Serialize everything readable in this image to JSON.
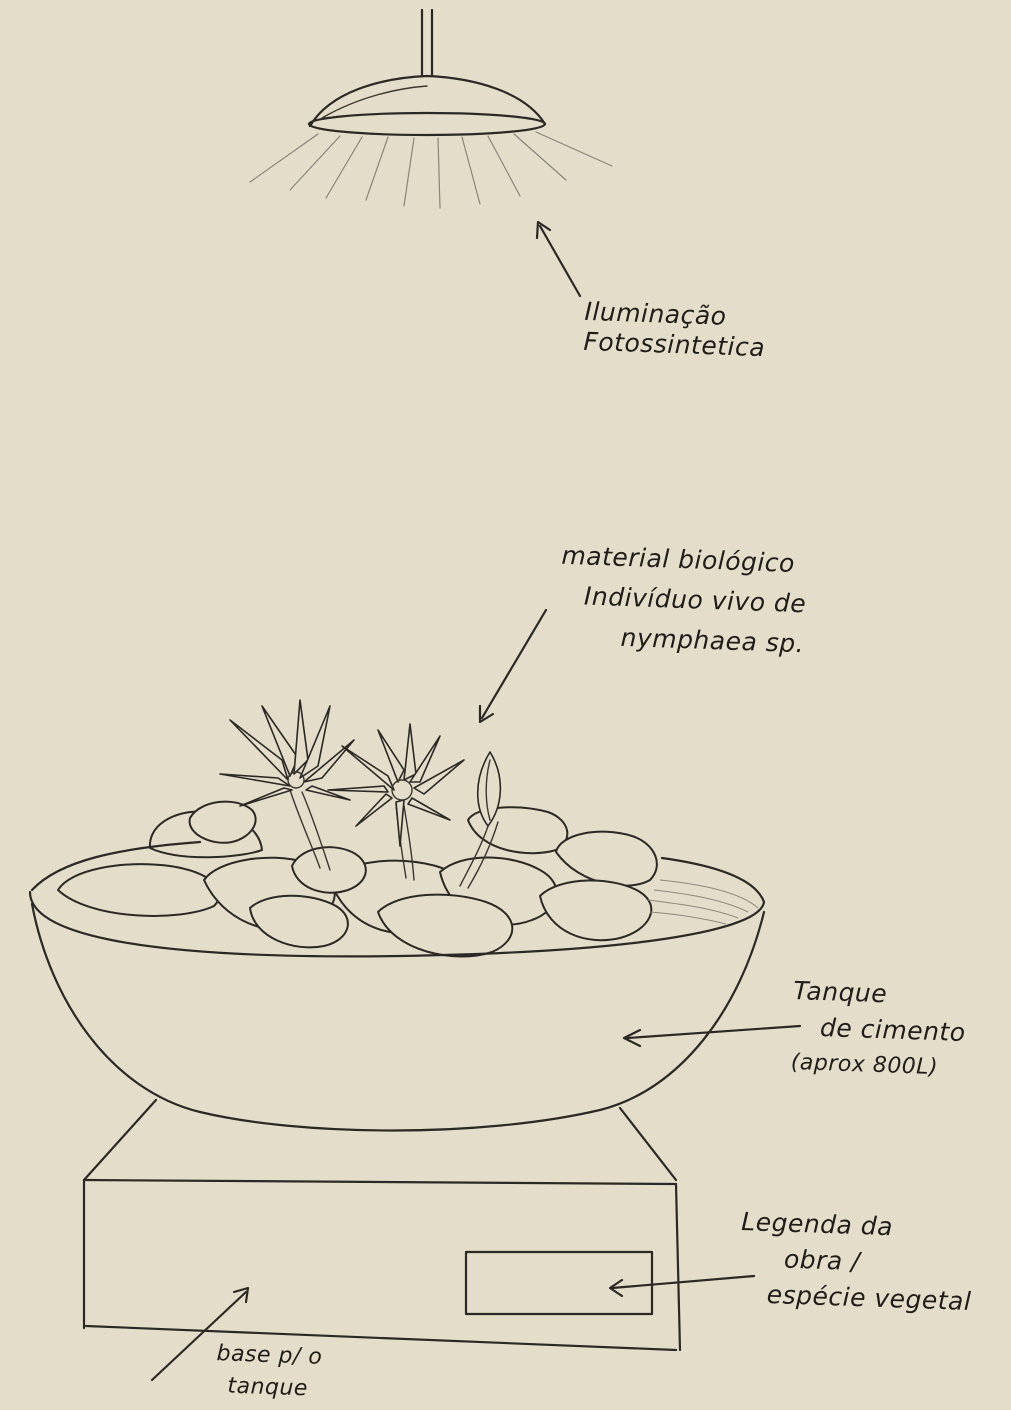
{
  "labels": {
    "lighting": [
      "Iluminação",
      "Fotossintetica"
    ],
    "biological": [
      "material biológico",
      "Indivíduo vivo de",
      "nymphaea sp."
    ],
    "tank": [
      "Tanque",
      "de cimento",
      "(aprox 800L)"
    ],
    "caption": [
      "Legenda da",
      "obra /",
      "espécie vegetal"
    ],
    "base": [
      "base p/ o",
      "tanque"
    ]
  },
  "colors": {
    "paper": "#e4ddca",
    "pencil": "#2b2926"
  }
}
